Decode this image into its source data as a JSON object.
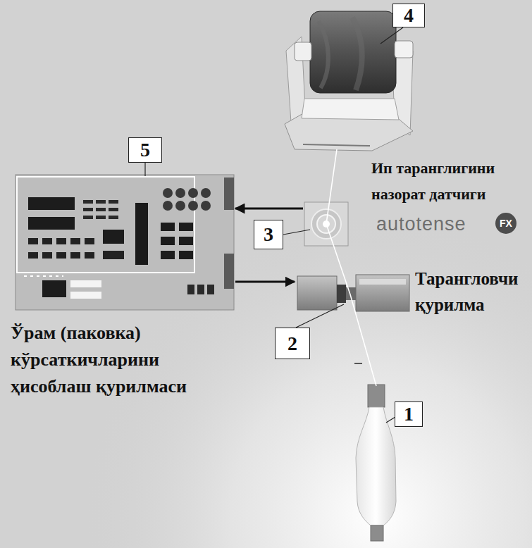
{
  "diagram": {
    "nodes": [
      {
        "text": [
          "5",
          "Ўрам (паковка) кўрсаткичларини ҳисоблаш қурилмаси"
        ]
      },
      {
        "text": [
          "3",
          "Ип таранглигини назорат датчиги"
        ]
      },
      {
        "text": [
          "Тарангловчи қурилма",
          "2"
        ]
      }
    ],
    "edges": [
      {
        "from": 1,
        "to": 0,
        "arrow": "to"
      },
      {
        "from": 0,
        "to": 2,
        "arrow": "to"
      }
    ],
    "labels": [
      "4",
      "autotense",
      "FX",
      "1"
    ]
  }
}
